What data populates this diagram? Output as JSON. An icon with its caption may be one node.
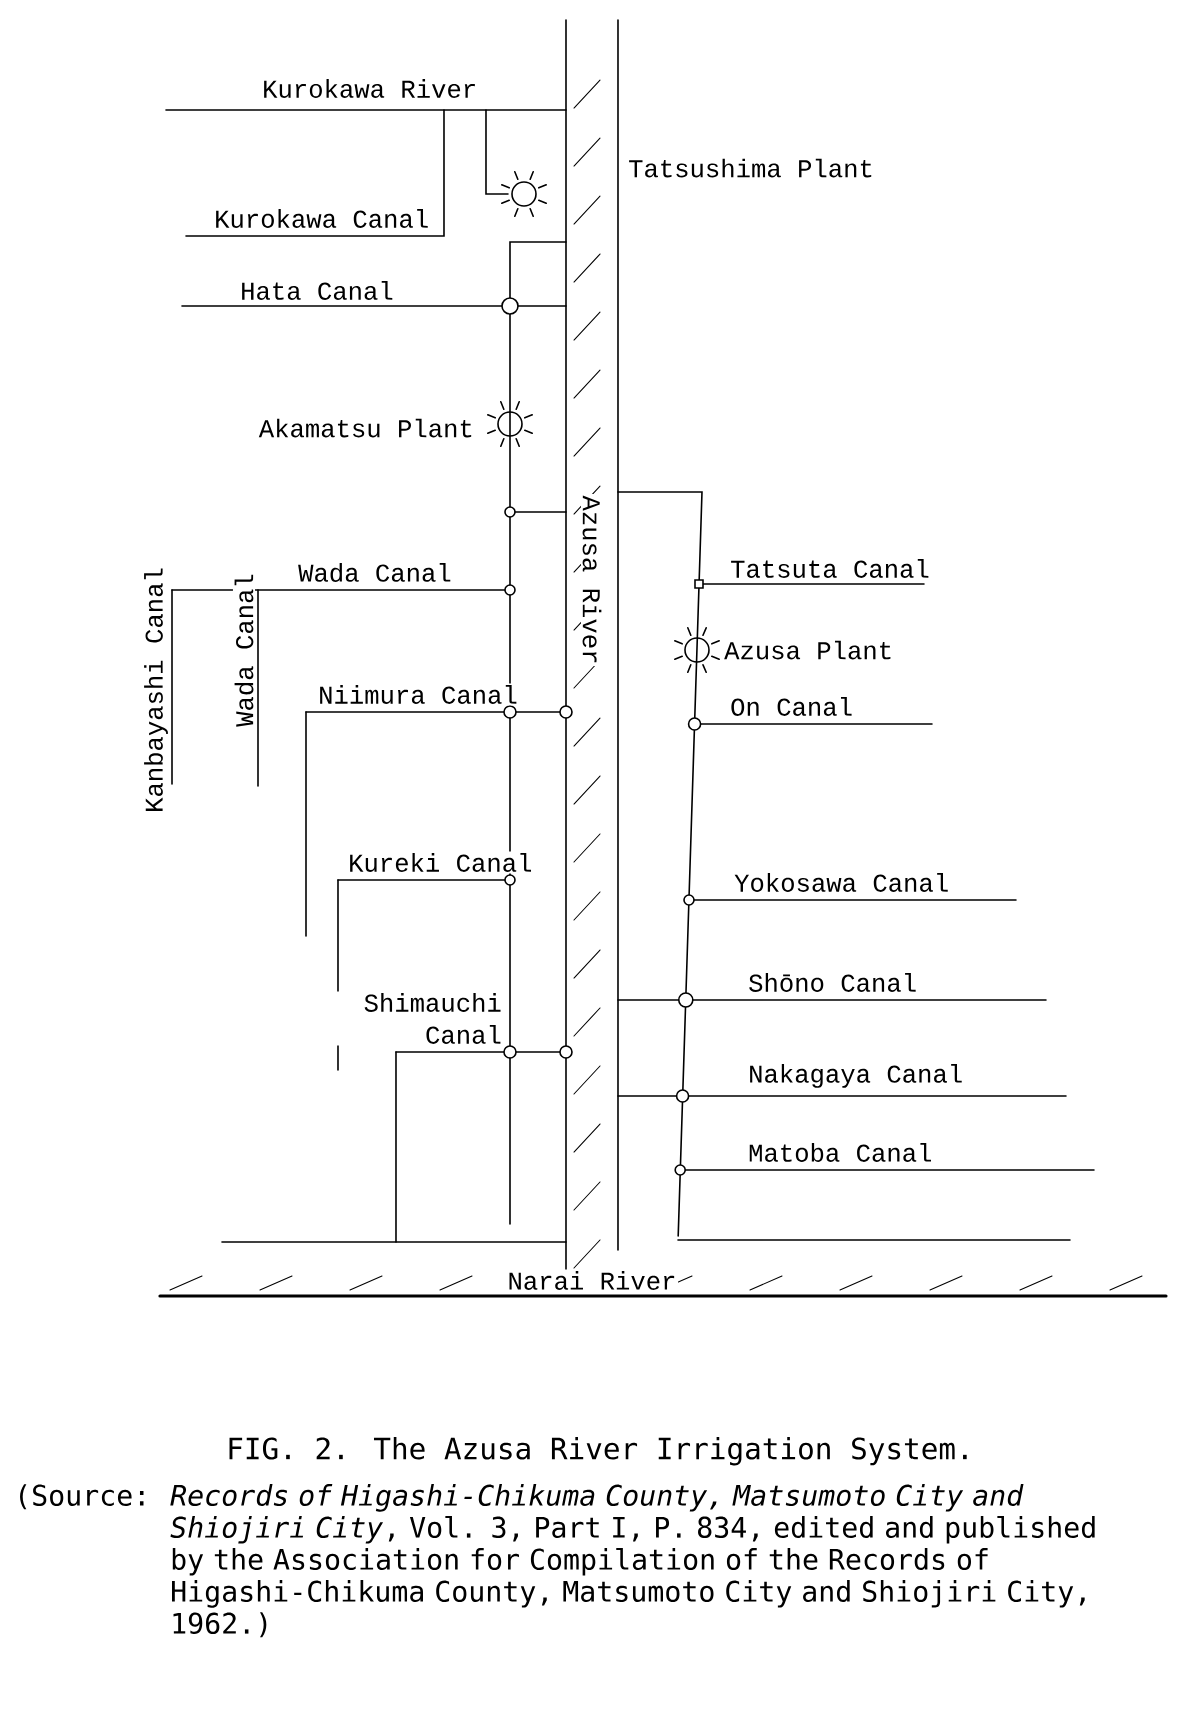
{
  "diagram": {
    "caption": "FIG. 2.  The Azusa River Irrigation System.",
    "labels": [
      "Kurokawa River",
      "Tatsushima Plant",
      "Kurokawa Canal",
      "Hata Canal",
      "Akamatsu Plant",
      "Azusa River",
      "Tatsuta Canal",
      "Wada Canal",
      "Azusa Plant",
      "Kanbayashi Canal",
      "Wada Canal",
      "Niimura Canal",
      "On Canal",
      "Kureki Canal",
      "Yokosawa Canal",
      "Shōno Canal",
      "Shimauchi Canal",
      "Nakagaya Canal",
      "Matoba Canal",
      "Narai River",
      "(Source:",
      "*Records of Higashi-Chikuma County, Matsumoto City and Shiojiri City*, Vol. 3, Part I, P. 834, edited and published by the Association for Compilation of the Records of Higashi-Chikuma County, Matsumoto City and Shiojiri City, 1962.)"
    ]
  }
}
